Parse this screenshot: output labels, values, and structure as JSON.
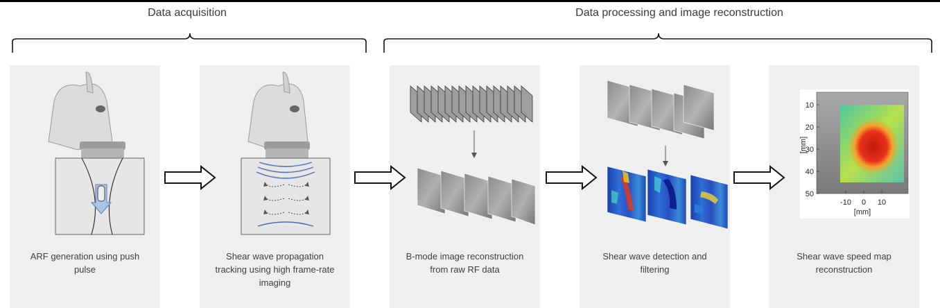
{
  "groups": {
    "acquisition": "Data acquisition",
    "processing": "Data processing and image reconstruction"
  },
  "panels": [
    {
      "caption": [
        "ARF generation using push",
        "pulse"
      ]
    },
    {
      "caption": [
        "Shear wave propagation",
        "tracking using high frame-rate",
        "imaging"
      ]
    },
    {
      "caption": [
        "B-mode image reconstruction",
        "from raw RF data"
      ]
    },
    {
      "caption": [
        "Shear wave detection and",
        "filtering"
      ]
    },
    {
      "caption": [
        "Shear wave speed map",
        "reconstruction"
      ]
    }
  ],
  "speed_map": {
    "y_ticks": [
      "10",
      "20",
      "30",
      "40",
      "50"
    ],
    "x_ticks": [
      "-10",
      "0",
      "10"
    ],
    "y_label": "[mm]",
    "x_label": "[mm]"
  },
  "colors": {
    "panel_bg": "#efefef",
    "probe": "#c9c9c9",
    "push_arrow": "#a9c6e6",
    "wave": "#4a6fb5"
  }
}
